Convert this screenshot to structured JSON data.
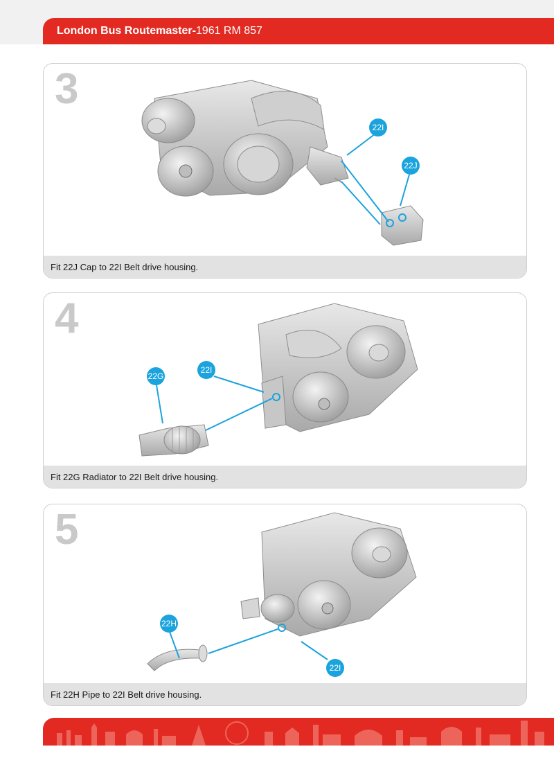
{
  "header": {
    "title_main": "London Bus Routemaster-",
    "title_sub": "1961 RM 857"
  },
  "colors": {
    "brand_red": "#e32a22",
    "callout_blue": "#1aa3dc",
    "step_number_gray": "#c9c9c9",
    "caption_bg": "#e2e2e2"
  },
  "steps": [
    {
      "number": "3",
      "caption": "Fit 22J Cap to 22I Belt drive housing.",
      "callouts": [
        "22I",
        "22J"
      ]
    },
    {
      "number": "4",
      "caption": "Fit 22G Radiator to 22I Belt drive housing.",
      "callouts": [
        "22G",
        "22I"
      ]
    },
    {
      "number": "5",
      "caption": "Fit 22H Pipe to 22I Belt drive housing.",
      "callouts": [
        "22H",
        "22I"
      ]
    }
  ],
  "footer": {
    "decoration": "london-skyline-silhouette"
  }
}
